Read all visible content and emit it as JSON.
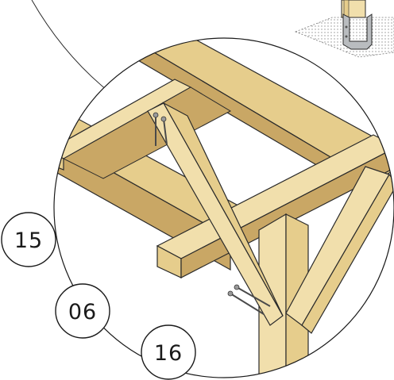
{
  "callouts": [
    {
      "label": "15"
    },
    {
      "label": "06"
    },
    {
      "label": "16"
    }
  ],
  "colors": {
    "wood_light": "#f1dfac",
    "wood_mid": "#e6cd8c",
    "wood_dark": "#c9a765",
    "wood_shadow": "#a98a4f",
    "outline": "#2a2a2a",
    "metal": "#b9bcbf",
    "ground_dots": "#9a9a9a"
  }
}
